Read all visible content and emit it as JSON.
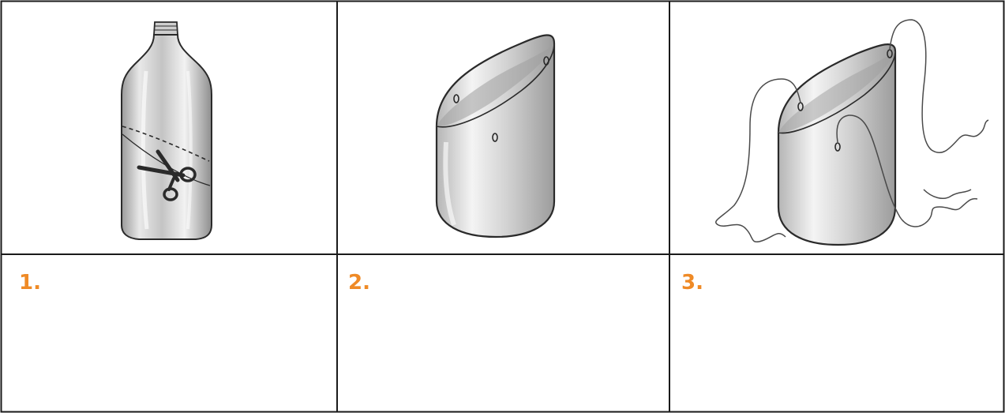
{
  "steps": [
    {
      "number": "1.",
      "illustration": "bottle-with-scissors-icon"
    },
    {
      "number": "2.",
      "illustration": "cut-bottle-scoop-icon"
    },
    {
      "number": "3.",
      "illustration": "scoop-with-string-icon"
    }
  ],
  "colors": {
    "accent": "#ef8a26",
    "border": "#1a1a1a",
    "ink": "#2a2a2a"
  }
}
